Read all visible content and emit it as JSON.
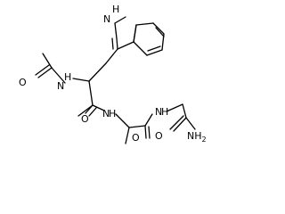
{
  "molecule": {
    "atom_labels": {
      "indole_nh": "H",
      "indole_n": "N",
      "acetyl_o": "O",
      "amide_n1": "N",
      "amide_h1": "H",
      "trp_carbonyl_o": "O",
      "amide_n2": "N",
      "amide_h2": "H",
      "ala_carbonyl_o": "O",
      "amide_n3": "N",
      "amide_h3": "H",
      "terminal_o": "O",
      "terminal_nh2": "NH",
      "terminal_nh2_sub": "2"
    }
  }
}
